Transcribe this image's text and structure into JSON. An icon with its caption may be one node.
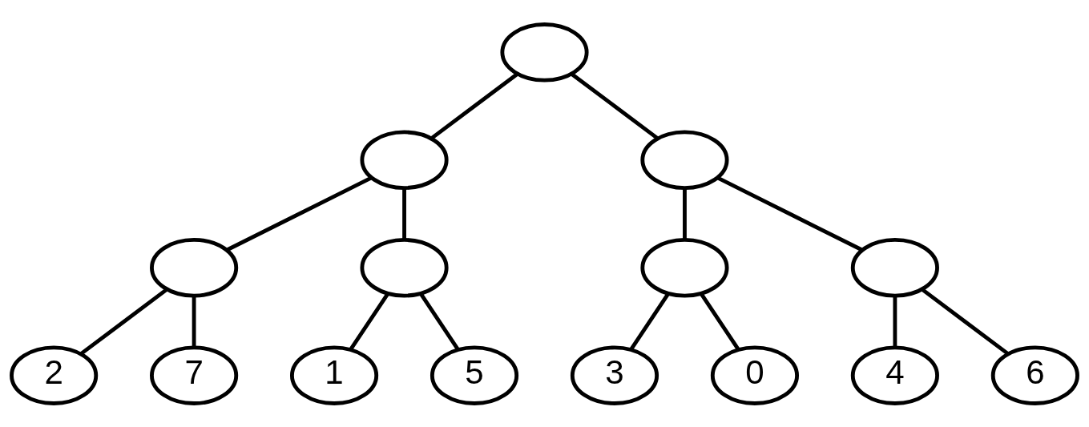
{
  "diagram": {
    "nodes": [
      {
        "text": [],
        "shape": "circle"
      },
      {
        "text": [],
        "shape": "circle"
      },
      {
        "text": [],
        "shape": "circle"
      },
      {
        "text": [],
        "shape": "circle"
      },
      {
        "text": [],
        "shape": "circle"
      },
      {
        "text": [],
        "shape": "circle"
      },
      {
        "text": [],
        "shape": "circle"
      },
      {
        "text": [
          "2"
        ]
      },
      {
        "text": [
          "7"
        ]
      },
      {
        "text": [
          "1"
        ]
      },
      {
        "text": [
          "5"
        ]
      },
      {
        "text": [
          "3"
        ]
      },
      {
        "text": [
          "0"
        ]
      },
      {
        "text": [
          "4"
        ]
      },
      {
        "text": [
          "6"
        ]
      }
    ],
    "edges": [
      {
        "from": 0,
        "to": 1,
        "arrow": "none"
      },
      {
        "from": 0,
        "to": 2,
        "arrow": "none"
      },
      {
        "from": 1,
        "to": 3,
        "arrow": "none"
      },
      {
        "from": 1,
        "to": 4,
        "arrow": "none"
      },
      {
        "from": 2,
        "to": 5,
        "arrow": "none"
      },
      {
        "from": 2,
        "to": 6,
        "arrow": "none"
      },
      {
        "from": 3,
        "to": 7,
        "arrow": "none"
      },
      {
        "from": 3,
        "to": 8,
        "arrow": "none"
      },
      {
        "from": 4,
        "to": 9,
        "arrow": "none"
      },
      {
        "from": 4,
        "to": 10,
        "arrow": "none"
      },
      {
        "from": 5,
        "to": 11,
        "arrow": "none"
      },
      {
        "from": 5,
        "to": 12,
        "arrow": "none"
      },
      {
        "from": 6,
        "to": 13,
        "arrow": "none"
      },
      {
        "from": 6,
        "to": 14,
        "arrow": "none"
      }
    ]
  }
}
